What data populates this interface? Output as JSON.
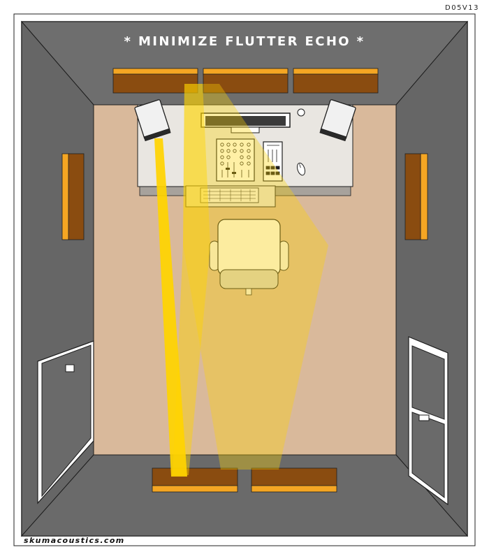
{
  "header": {
    "title": "* MINIMIZE FLUTTER ECHO *",
    "ref_code": "D05V13"
  },
  "footer": {
    "brand": "skumacoustics.com"
  },
  "colors": {
    "page_bg": "#ffffff",
    "wall": "#6b6b6b",
    "wall_edge": "#5e5e5e",
    "floor": "#d9b99b",
    "panel_face": "#8a4c10",
    "panel_edge": "#f5a623",
    "sound_ray": "#ffd400",
    "desk": "#e9e6e1",
    "speaker": "#f1f1f1",
    "outline": "#1e1e1e"
  },
  "icons": {
    "left_monitor_speaker": "studio-monitor-icon",
    "right_monitor_speaker": "studio-monitor-icon",
    "computer_monitor": "monitor-icon",
    "mixer": "mixer-icon",
    "fader_controller": "fader-icon",
    "keyboard": "keyboard-icon",
    "mouse": "mouse-icon",
    "chair": "chair-icon",
    "left_door": "door-icon",
    "right_door": "door-icon"
  }
}
